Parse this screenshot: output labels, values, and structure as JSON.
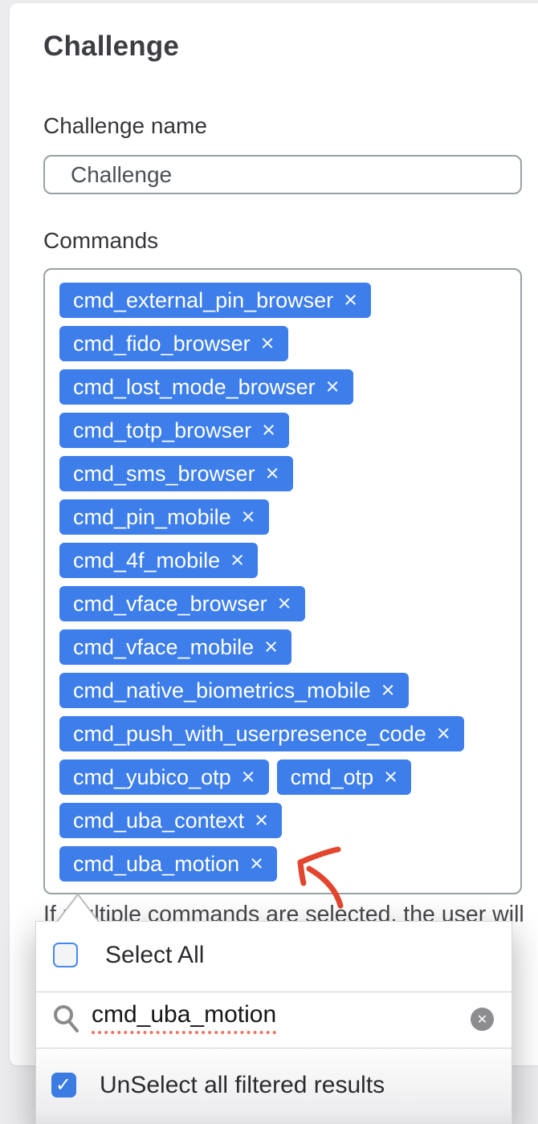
{
  "header": {
    "title": "Challenge"
  },
  "form": {
    "name_label": "Challenge name",
    "name_value": "Challenge",
    "commands_label": "Commands",
    "help_text": "If multiple commands are selected, the user will"
  },
  "chips": {
    "close_icon": "×",
    "rows": [
      [
        "cmd_external_pin_browser"
      ],
      [
        "cmd_fido_browser"
      ],
      [
        "cmd_lost_mode_browser"
      ],
      [
        "cmd_totp_browser"
      ],
      [
        "cmd_sms_browser"
      ],
      [
        "cmd_pin_mobile"
      ],
      [
        "cmd_4f_mobile"
      ],
      [
        "cmd_vface_browser"
      ],
      [
        "cmd_vface_mobile"
      ],
      [
        "cmd_native_biometrics_mobile"
      ],
      [
        "cmd_push_with_userpresence_code"
      ],
      [
        "cmd_yubico_otp",
        "cmd_otp"
      ],
      [
        "cmd_uba_context"
      ],
      [
        "cmd_uba_motion"
      ]
    ]
  },
  "dropdown": {
    "select_all": {
      "label": "Select All",
      "checked": false
    },
    "search": {
      "value": "cmd_uba_motion",
      "clear_icon": "✕"
    },
    "unselect_all": {
      "label": "UnSelect all filtered results",
      "checked": true,
      "check_icon": "✓"
    }
  },
  "annotation": {
    "shape": "hand-drawn-arrow",
    "points_at": "cmd_uba_motion"
  },
  "colors": {
    "chip_bg": "#3d7eea",
    "checkbox_border_blue": "#4688f1",
    "checkbox_checked_blue": "#3b7ce2",
    "arrow_red": "#e2462e",
    "squiggle_red": "#ef7262",
    "page_bg": "#ececee"
  }
}
